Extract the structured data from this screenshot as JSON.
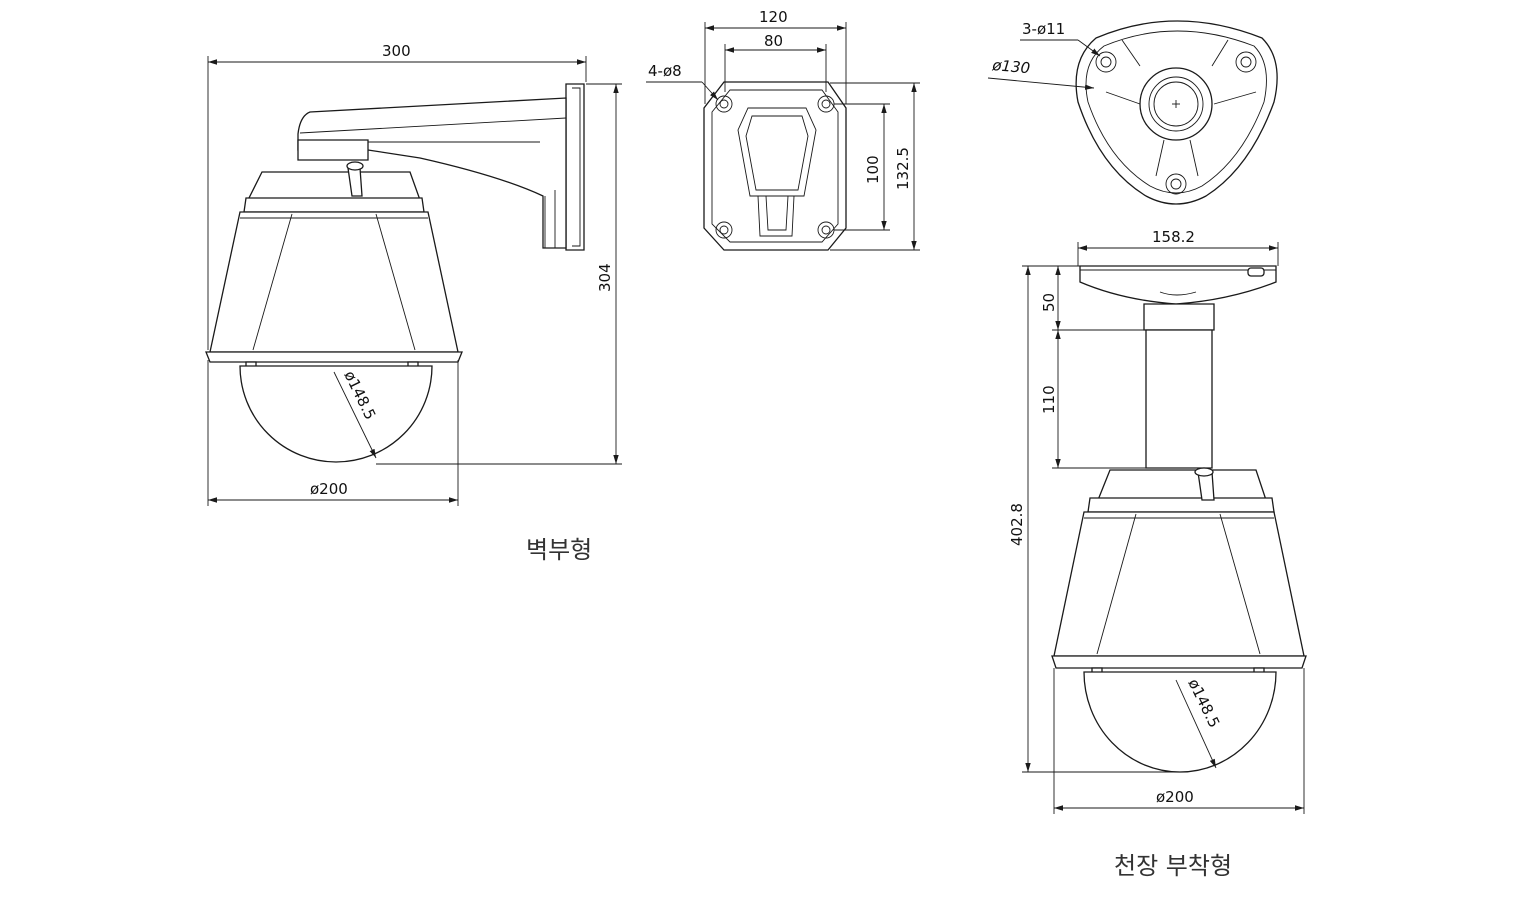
{
  "views": {
    "wall": {
      "caption": "벽부형",
      "dims": {
        "width": "300",
        "height": "304",
        "dome": "ø148.5",
        "base": "ø200"
      }
    },
    "plate": {
      "dims": {
        "outer": "120",
        "inner": "80",
        "holes": "4-ø8",
        "inner_h": "100",
        "outer_h": "132.5"
      }
    },
    "ceiling_top": {
      "dims": {
        "holes": "3-ø11",
        "circle": "ø130"
      }
    },
    "ceiling": {
      "caption": "천장 부착형",
      "dims": {
        "width": "158.2",
        "cap": "50",
        "pipe": "110",
        "total": "402.8",
        "dome": "ø148.5",
        "base": "ø200"
      }
    }
  }
}
